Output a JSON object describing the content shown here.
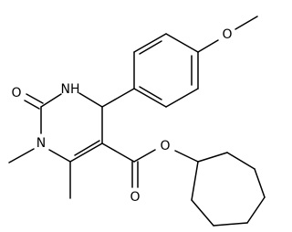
{
  "molecule": {
    "atom_labels": {
      "O_methoxy": "O",
      "NH": "NH",
      "O_carbonyl": "O",
      "N_methyl": "N",
      "O_ester_carbonyl": "O",
      "O_ester": "O"
    }
  }
}
